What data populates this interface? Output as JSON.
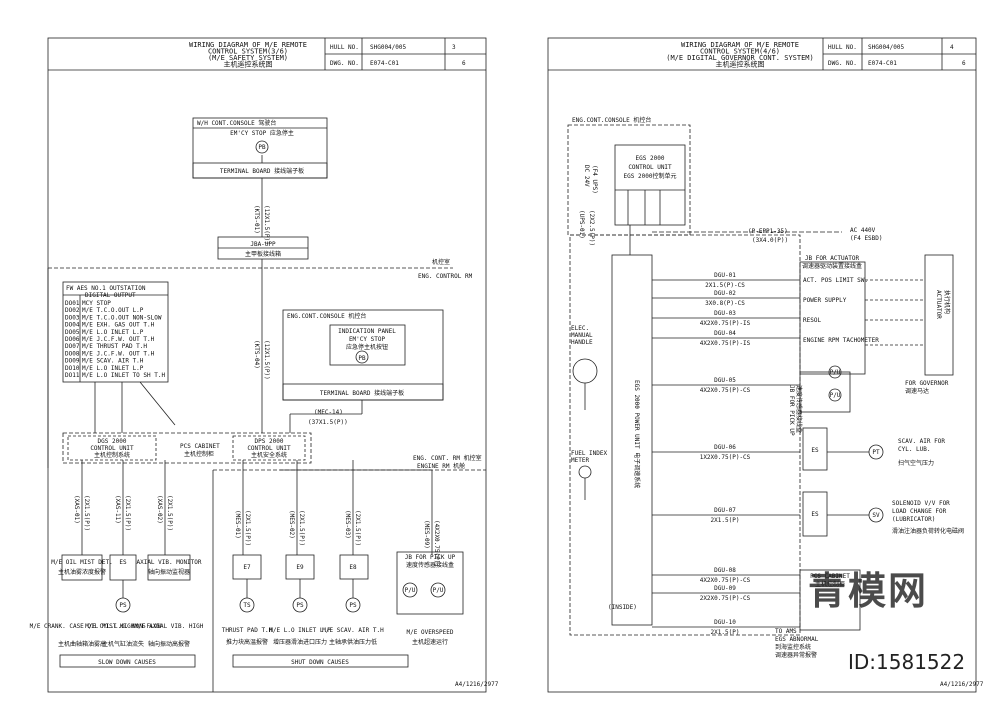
{
  "left_sheet": {
    "title_lines": [
      "WIRING DIAGRAM OF M/E REMOTE",
      "CONTROL SYSTEM(3/6)",
      "(M/E SAFETY SYSTEM)",
      "主机遥控系统图"
    ],
    "hull_no_label": "HULL NO.",
    "hull_no": "SHG004/005",
    "sheet_no": "3",
    "dwg_no_label": "DWG. NO.",
    "dwg_no": "E074-C01",
    "sheet_total": "6",
    "wh_console": "W/H CONT.CONSOLE 驾驶台",
    "emcy_stop_1": "EM'CY STOP 应急停主",
    "pb": "PB",
    "terminal_board": "TERMINAL BOARD 接线端子板",
    "cable_1a": "(KTS-01)",
    "cable_1b": "(12X1.5(P))",
    "jba": "JBA-UPP",
    "jba_cn": "主甲板接线箱",
    "room_cn": "机控室",
    "room_en": "ENG. CONTROL RM",
    "eng_console": "ENG.CONT.CONSOLE 机控台",
    "indication_panel": "INDICATION PANEL",
    "emcy_stop_2": "EM'CY STOP",
    "emcy_stop_2_cn": "应急停主机按钮",
    "terminal_board_2": "TERMINAL BOARD 接线端子板",
    "cable_2a": "(KTS-04)",
    "cable_2b": "(12X1.5(P))",
    "cable_3a": "(MEC-14)",
    "cable_3b": "(37X1.5(P))",
    "fw_aes": "FW AES NO.1 OUTSTATION",
    "digital_output": "DIGITAL OUTPUT",
    "relay_rows": [
      "MCY STOP",
      "M/E T.C.O.OUT L.P",
      "M/E T.C.O.OUT NON-SLOW",
      "M/E EXH. GAS OUT T.H",
      "M/E L.O INLET L.P",
      "M/E J.C.F.W. OUT T.H",
      "M/E THRUST PAD T.H",
      "M/E J.C.F.W. OUT T.H",
      "M/E SCAV. AIR T.H",
      "M/E L.O INLET L.P",
      "M/E L.O INLET TO SH T.H"
    ],
    "relay_nos": [
      "DO01",
      "DO02",
      "DO03",
      "DO04",
      "DO05",
      "DO06",
      "DO07",
      "DO08",
      "DO09",
      "DO10",
      "DO11"
    ],
    "pcs_cabinet": "PCS CABINET",
    "pcs_cabinet_cn": "主机控制柜",
    "dgs": "DGS 2000",
    "dgs_sub": "CONTROL UNIT",
    "dgs_cn": "主机控制系统",
    "dps": "DPS 2000",
    "dps_sub": "CONTROL UNIT",
    "dps_cn": "主机安全系统",
    "er_room": "ENG. CONT. RM 机控室",
    "er_room_2": "ENGINE RM 机舱",
    "left_cables": [
      "(XAS-01)",
      "(XAS-11)",
      "(XAS-02)"
    ],
    "left_cable_spec": "(2X1.5(P))",
    "left_boxes": [
      "M/E OIL MIST DET.",
      "ES",
      "AXIAL VIB. MONITOR"
    ],
    "left_box_cn": [
      "主机油雾浓度报警",
      "",
      "轴向振动监视器"
    ],
    "left_sensors": [
      "PS"
    ],
    "left_captions": [
      "M/E CRANK. CASE OIL MIST HIGH",
      "M/E CYL.L.O. NON-FLOW",
      "M/E AXIAL VIB. HIGH"
    ],
    "left_captions_cn": [
      "主机曲轴箱油雾高",
      "主机气缸油流失",
      "轴向振动高报警"
    ],
    "slow_down": "SLOW DOWN CAUSES",
    "right_cables": [
      "(MES-01)",
      "(MES-02)",
      "(MES-03)"
    ],
    "right_cable_spec": "(2X1.5(P))",
    "right_boxes": [
      "E7",
      "E9",
      "E8"
    ],
    "right_sensors": [
      "TS",
      "PS",
      "PS"
    ],
    "right_captions": [
      "THRUST PAD T.H",
      "M/E L.O INLET L.P",
      "M/E SCAV. AIR T.H"
    ],
    "right_captions_cn": [
      "推力块高温报警",
      "增压器滑油进口压力",
      "主轴承供油压力低"
    ],
    "shut_down": "SHUT DOWN CAUSES",
    "jb_pickup": "JB FOR PICK UP",
    "jb_pickup_cn": "速度传感器接线盒",
    "pu": "P/U",
    "overspeed_en": "M/E OVERSPEED",
    "overspeed_cn": "主机超速运行",
    "cable_4a": "(MES-09)",
    "cable_4b": "(4X2X0.75(P))",
    "footer": "A4/1216/2977"
  },
  "right_sheet": {
    "title_lines": [
      "WIRING DIAGRAM OF M/E REMOTE",
      "CONTROL SYSTEM(4/6)",
      "(M/E DIGITAL GOVERNOR CONT. SYSTEM)",
      "主机遥控系统图"
    ],
    "hull_no_label": "HULL NO.",
    "hull_no": "SHG004/005",
    "sheet_no": "4",
    "dwg_no_label": "DWG. NO.",
    "dwg_no": "E074-C01",
    "sheet_total": "6",
    "eng_console": "ENG.CONT.CONSOLE 机控台",
    "egs_title": "EGS 2000",
    "egs_sub": "CONTROL UNIT",
    "egs_cn": "EGS 2000控制单元",
    "dc_supply": "DC 24V",
    "dc_supply_2": "(F4 UPS)",
    "cable_ups_a": "(UPS-01)",
    "cable_ups_b": "(2X2.5(P))",
    "ac_supply": "AC 440V",
    "ac_supply_2": "(F4 ESBD)",
    "cable_ac_a": "(P-EPP1-35)",
    "cable_ac_b": "(3X4.0(P))",
    "elec_handle": [
      "ELEC.",
      "MANUAL",
      "HANDLE"
    ],
    "egs_vert": "EGS 2000 POWER UNIT 电子调速系统",
    "fuel_meter": [
      "FUEL INDEX",
      "METER"
    ],
    "dgu_labels": [
      "DGU-01",
      "DGU-02",
      "DGU-03",
      "DGU-04",
      "DGU-05",
      "DGU-06",
      "DGU-07",
      "DGU-08",
      "DGU-09",
      "DGU-10"
    ],
    "dgu_specs": [
      "2X1.5(P)-CS",
      "3X0.8(P)-CS",
      "4X2X0.75(P)-IS",
      "4X2X0.75(P)-IS",
      "4X2X0.75(P)-CS",
      "1X2X0.75(P)-CS",
      "2X1.5(P)",
      "4X2X0.75(P)-CS",
      "2X2X0.75(P)-CS",
      "2X1.5(P)"
    ],
    "actuator_jb": "JB FOR ACTUATOR",
    "actuator_jb_cn": "调速器驱动装置接线盒",
    "actuator_rows": [
      "ACT. POS LIMIT SW.",
      "POWER SUPPLY",
      "RESOL",
      "ENGINE RPM TACHOMETER"
    ],
    "actuator": "ACTUATOR",
    "actuator_cn": "执行机构",
    "jb_pickup": "JB FOR PICK UP",
    "jb_pickup_cn": "速度传感器接线盒",
    "pu": "P/U",
    "gov_en": "FOR GOVERNOR",
    "gov_cn": "调速马达",
    "e_box": "ES",
    "pt": "PT",
    "scav_en": "SCAV. AIR FOR",
    "scav_en2": "CYL. LUB.",
    "scav_cn": "扫气空气压力",
    "sv": "SV",
    "sol_en": "SOLENOID V/V FOR",
    "sol_en2": "LOAD CHANGE FOR",
    "sol_en3": "(LUBRICATOR)",
    "sol_cn": "滑油注油器负荷转化电磁阀",
    "cabinet": "PCS CABINET",
    "cabinet_cn": "主机控制柜",
    "ams_en": [
      "TO AMS",
      "EGS ABNORMAL",
      "到海监控系统",
      "调速器异常报警"
    ],
    "inside": "(INSIDE)",
    "footer": "A4/1216/2977"
  },
  "watermark": {
    "brand_cn": "青模网",
    "id_text": "ID:1581522"
  }
}
